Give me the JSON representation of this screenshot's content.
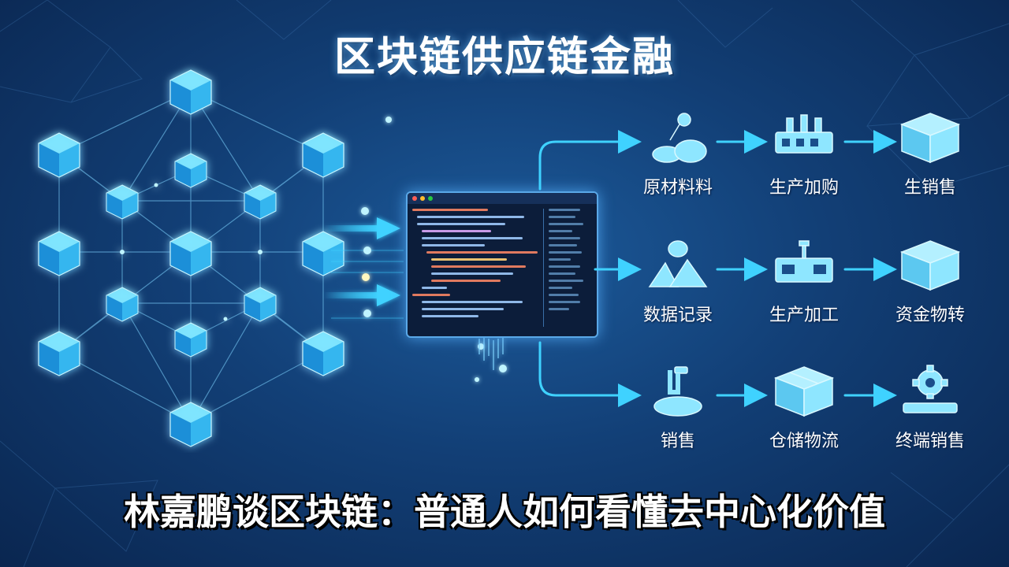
{
  "title": "区块链供应链金融",
  "caption": "林嘉鹏谈区块链：普通人如何看懂去中心化价值",
  "colors": {
    "background": "#123f76",
    "accent": "#3fd2ff",
    "cube_glow": "#7fe6ff",
    "arrow": "#3fd2ff"
  },
  "flow": {
    "rows": [
      {
        "nodes": [
          {
            "label": "原材料料",
            "icon": "raw-material-icon"
          },
          {
            "label": "生产加购",
            "icon": "factory-icon"
          },
          {
            "label": "生销售",
            "icon": "box-icon"
          }
        ]
      },
      {
        "nodes": [
          {
            "label": "数据记录",
            "icon": "data-pile-icon"
          },
          {
            "label": "生产加工",
            "icon": "machine-icon"
          },
          {
            "label": "资金物转",
            "icon": "box-icon"
          }
        ]
      },
      {
        "nodes": [
          {
            "label": "销售",
            "icon": "pipe-icon"
          },
          {
            "label": "仓储物流",
            "icon": "warehouse-box-icon"
          },
          {
            "label": "终端销售",
            "icon": "gear-conveyor-icon"
          }
        ]
      }
    ]
  }
}
